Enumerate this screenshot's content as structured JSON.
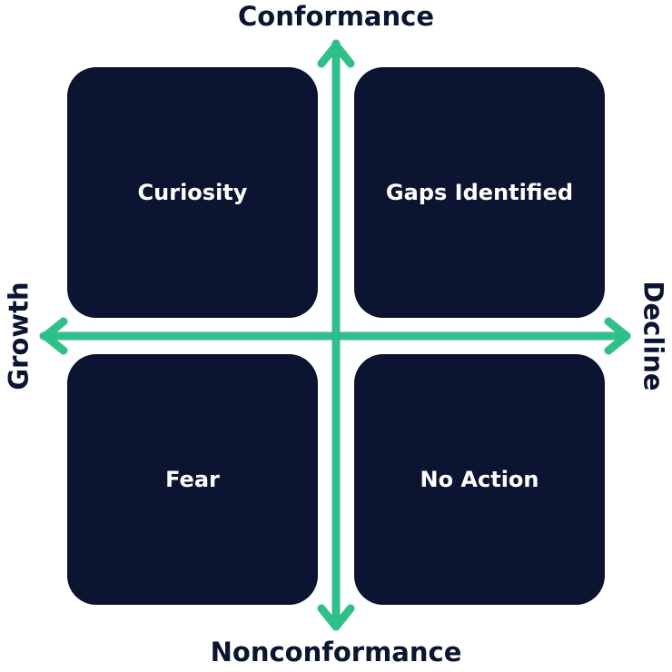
{
  "axes": {
    "top": "Conformance",
    "bottom": "Nonconformance",
    "left": "Growth",
    "right": "Decline"
  },
  "quadrants": {
    "top_left": "Curiosity",
    "top_right": "Gaps Identified",
    "bottom_left": "Fear",
    "bottom_right": "No Action"
  },
  "colors": {
    "box": "#0b1430",
    "axis_arrow": "#2fbf8a",
    "text_dark": "#0b1430",
    "text_light": "#ffffff"
  }
}
